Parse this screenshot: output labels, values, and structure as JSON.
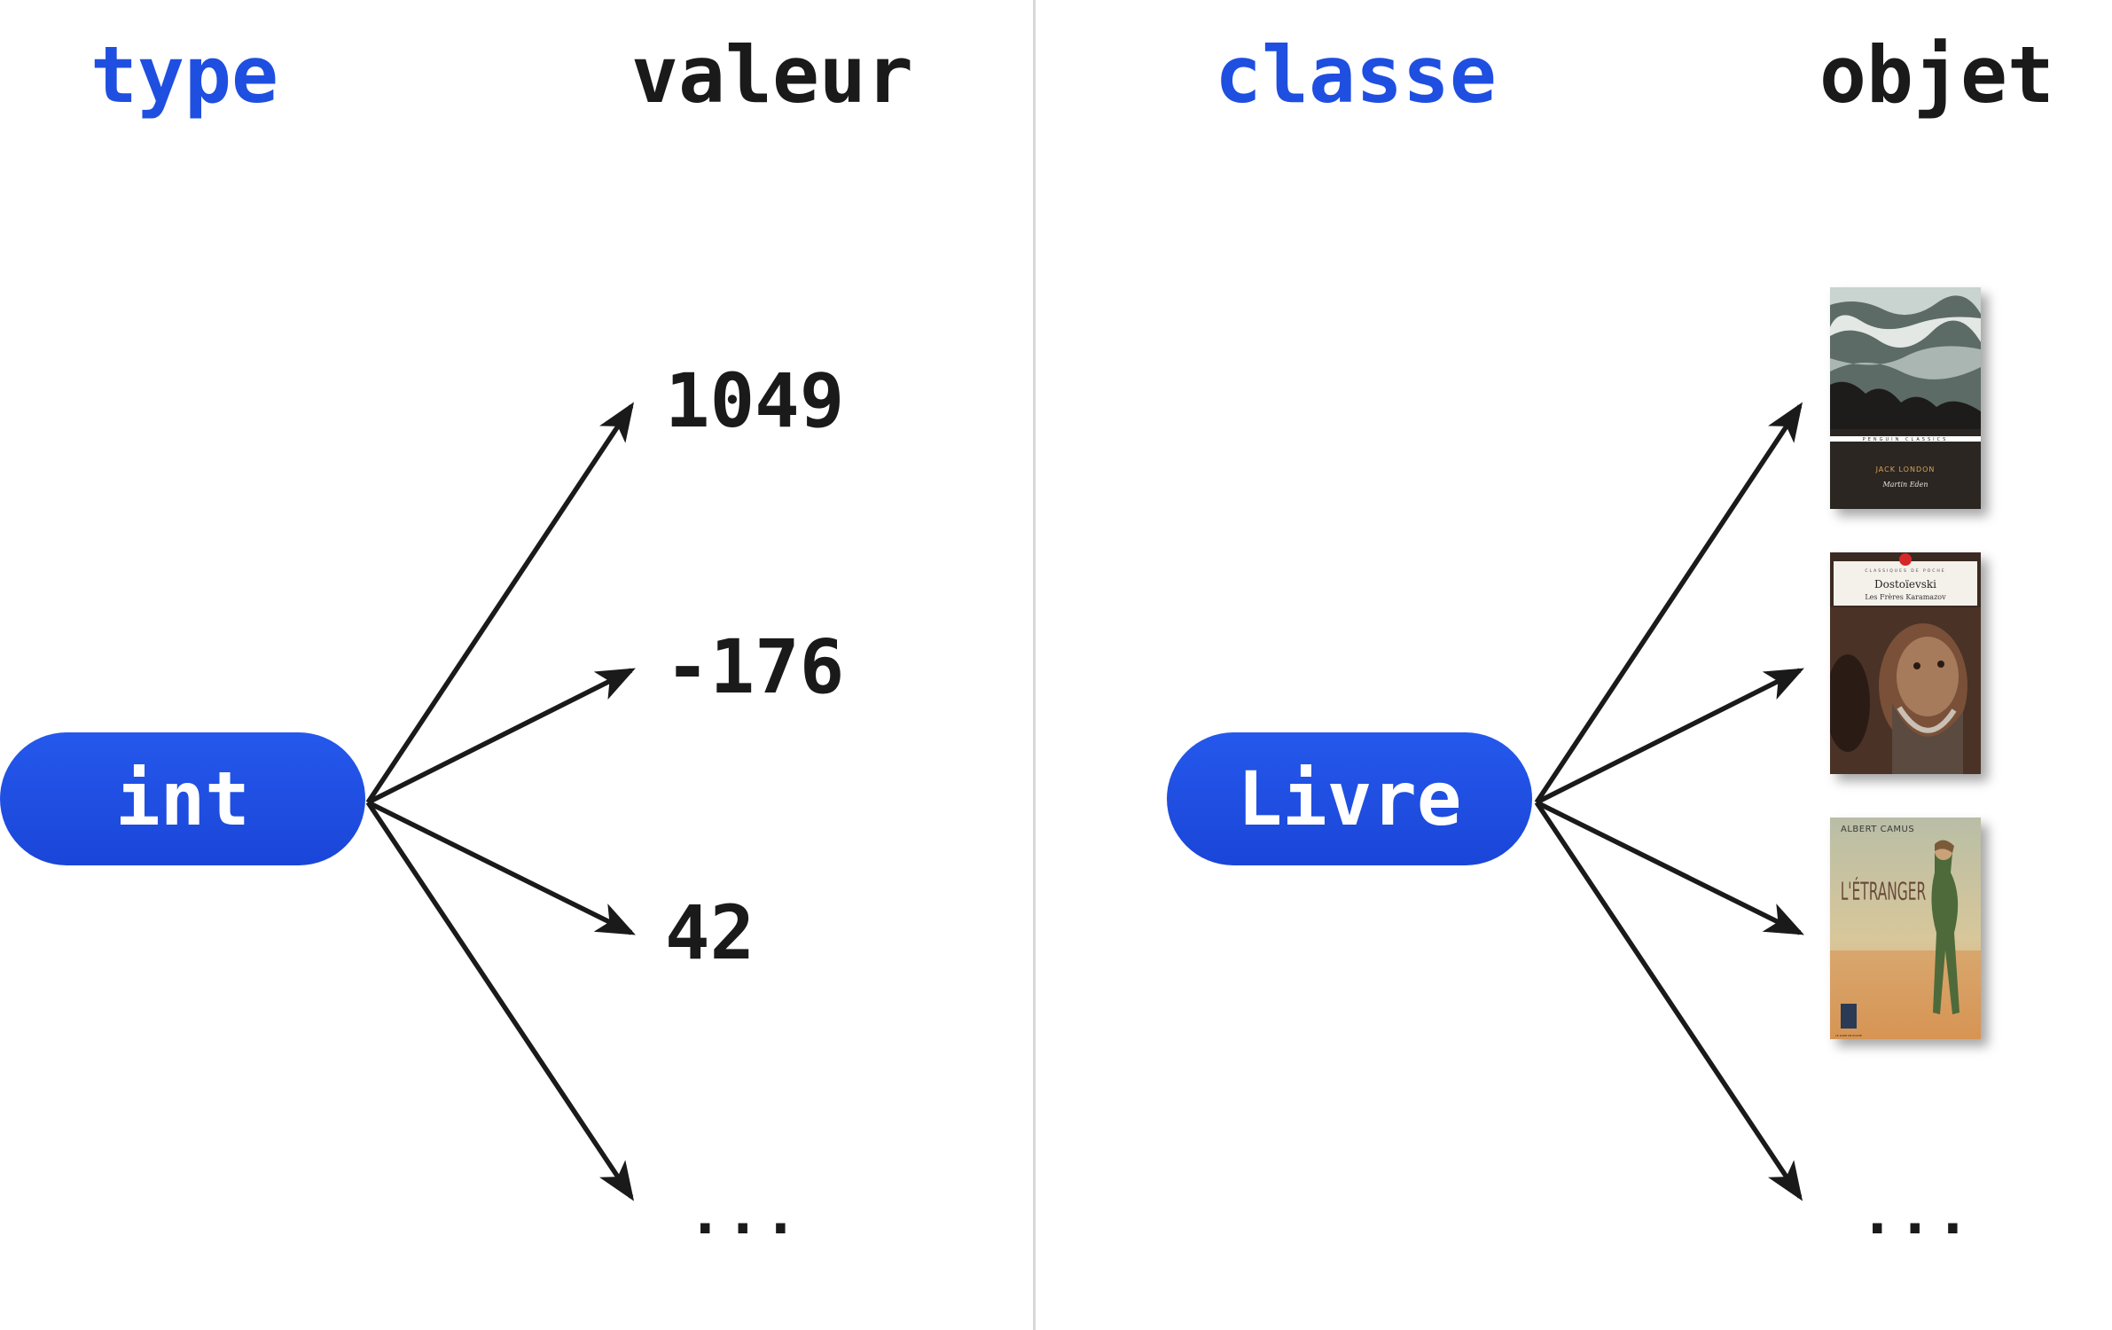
{
  "left": {
    "header_type": "type",
    "header_value": "valeur",
    "type_label": "int",
    "values": [
      "1049",
      "-176",
      "42"
    ],
    "ellipsis": "..."
  },
  "right": {
    "header_class": "classe",
    "header_object": "objet",
    "class_label": "Livre",
    "ellipsis": "...",
    "books": [
      {
        "author": "JACK LONDON",
        "title": "Martin Eden",
        "series": "PENGUIN CLASSICS"
      },
      {
        "author": "Dostoïevski",
        "title": "Les Frères Karamazov",
        "series": "CLASSIQUES DE POCHE"
      },
      {
        "author": "ALBERT CAMUS",
        "title": "L'ÉTRANGER",
        "series": "LE LIVRE DE POCHE"
      }
    ]
  },
  "colors": {
    "accent_blue": "#1f4fe0",
    "text_dark": "#1a1a1a",
    "divider": "#d8d8d8"
  }
}
